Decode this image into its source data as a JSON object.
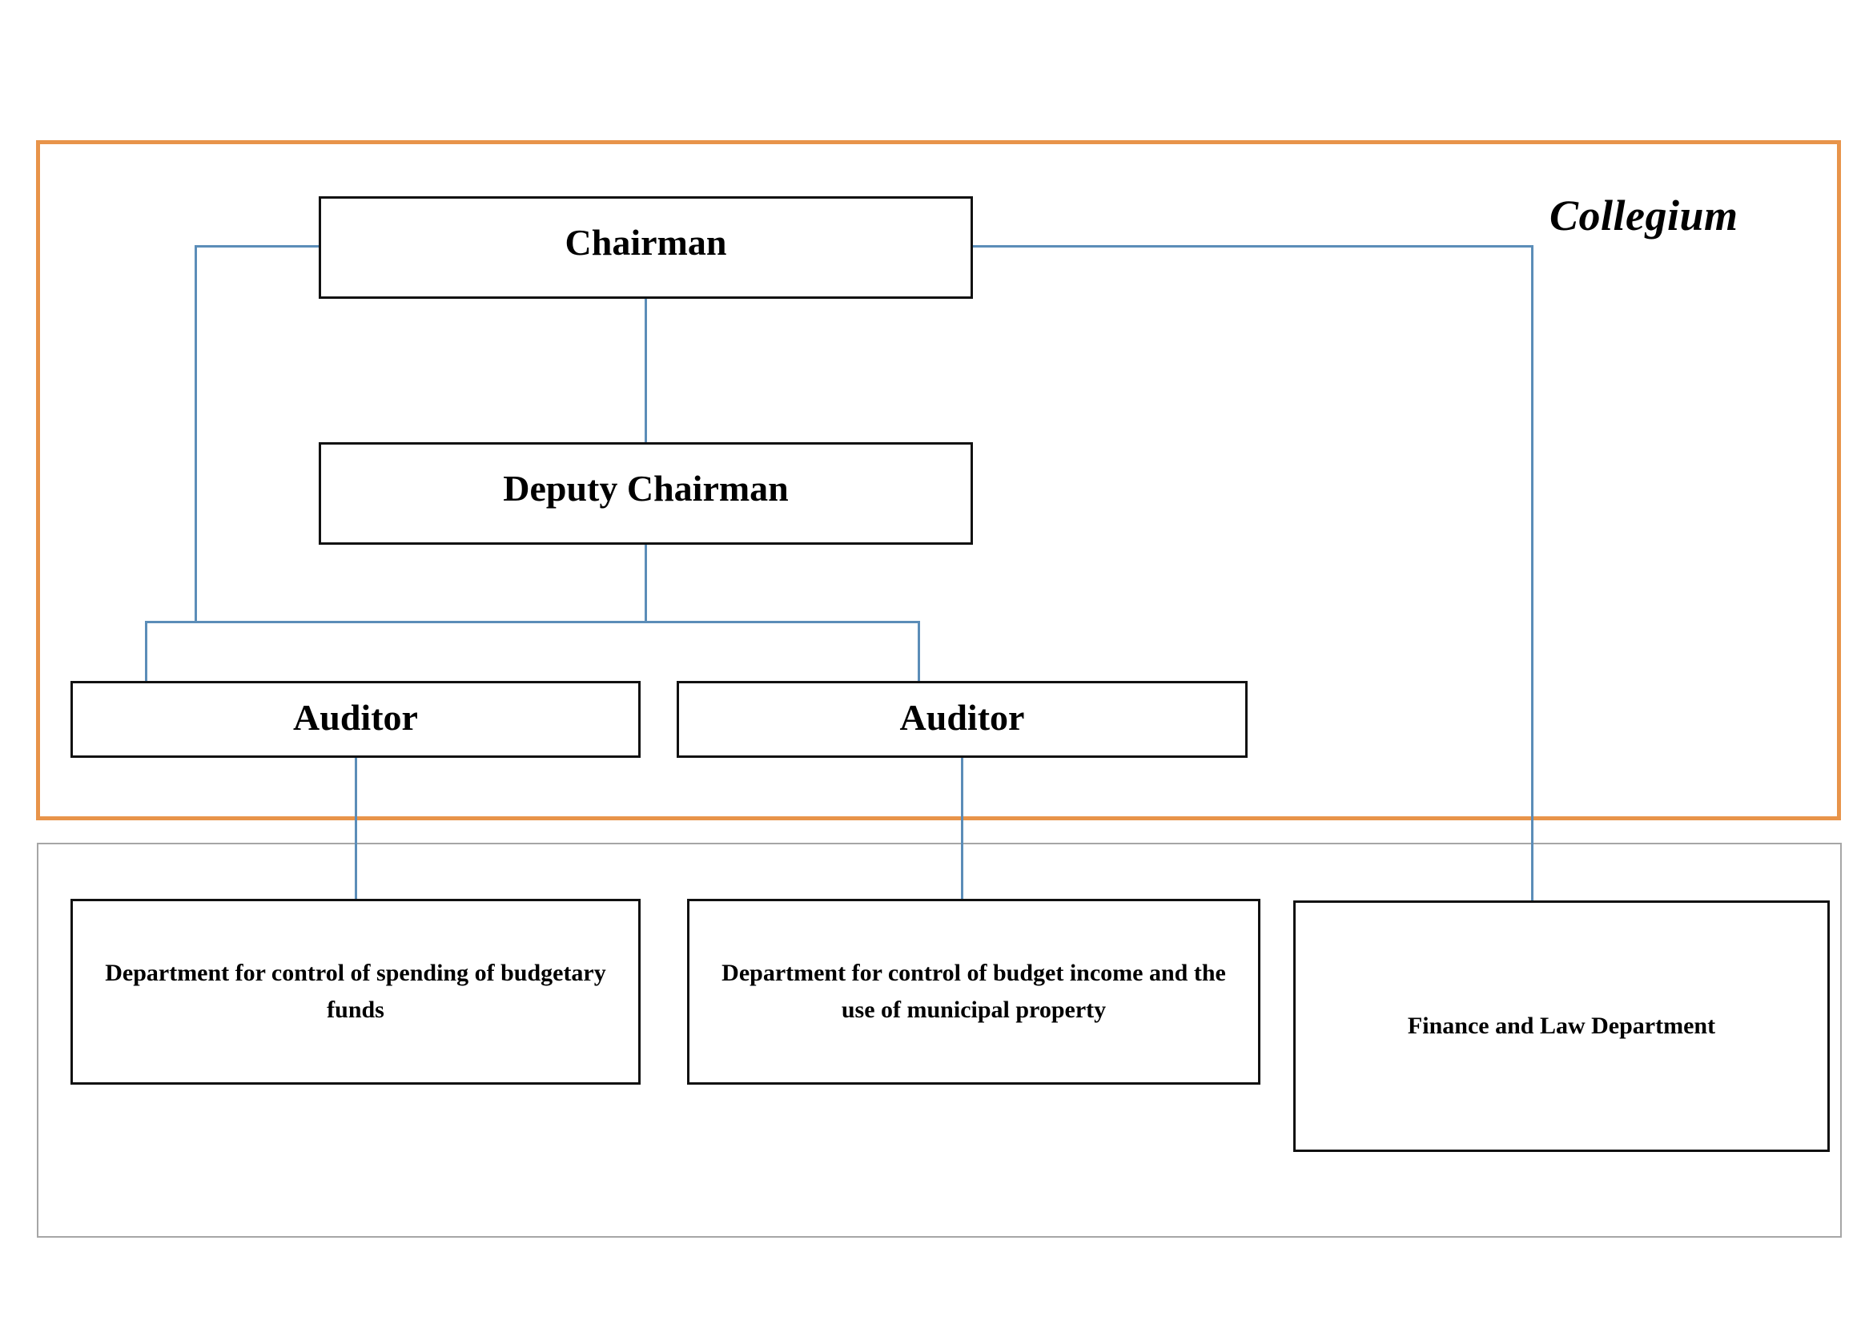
{
  "diagram": {
    "title": "Organizational structure chart",
    "type": "org-chart",
    "colors": {
      "collegium_border": "#E8944A",
      "departments_border": "#A6A6A6",
      "node_border": "#111111",
      "connector": "#5B8DB8",
      "background": "#FFFFFF",
      "text": "#000000"
    },
    "groups": [
      {
        "id": "collegium",
        "label": "Collegium",
        "border_color": "#E8944A",
        "member_nodes": [
          "chairman",
          "deputy-chairman",
          "auditor-1",
          "auditor-2"
        ]
      },
      {
        "id": "departments",
        "label": "",
        "border_color": "#A6A6A6",
        "member_nodes": [
          "dept-spending",
          "dept-income",
          "dept-finance-law"
        ]
      }
    ],
    "nodes": [
      {
        "id": "chairman",
        "label": "Chairman",
        "level": 1
      },
      {
        "id": "deputy-chairman",
        "label": "Deputy Chairman",
        "level": 2
      },
      {
        "id": "auditor-1",
        "label": "Auditor",
        "level": 3
      },
      {
        "id": "auditor-2",
        "label": "Auditor",
        "level": 3
      },
      {
        "id": "dept-spending",
        "label": "Department for control of spending of budgetary funds",
        "level": 4
      },
      {
        "id": "dept-income",
        "label": "Department for control of budget income and the use of municipal property",
        "level": 4
      },
      {
        "id": "dept-finance-law",
        "label": "Finance and Law Department",
        "level": 4
      }
    ],
    "edges": [
      {
        "from": "chairman",
        "to": "deputy-chairman"
      },
      {
        "from": "chairman",
        "to": "auditor-1"
      },
      {
        "from": "deputy-chairman",
        "to": "auditor-2"
      },
      {
        "from": "auditor-1",
        "to": "dept-spending"
      },
      {
        "from": "auditor-2",
        "to": "dept-income"
      },
      {
        "from": "chairman",
        "to": "dept-finance-law"
      }
    ]
  }
}
